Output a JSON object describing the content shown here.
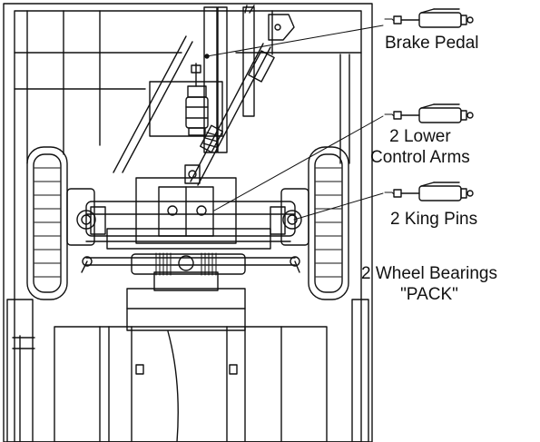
{
  "callouts": {
    "brake_pedal": "Brake Pedal",
    "lower_control_arms_line1": "2 Lower",
    "lower_control_arms_line2": "Control Arms",
    "king_pins": "2 King Pins",
    "wheel_bearings_line1": "2 Wheel Bearings",
    "wheel_bearings_line2": "\"PACK\""
  },
  "icons": [
    "grease-gun-icon",
    "tire-icon",
    "steering-shaft-icon",
    "axle-icon",
    "chassis-frame-icon"
  ],
  "colors": {
    "line": "#111111",
    "background": "#ffffff"
  }
}
